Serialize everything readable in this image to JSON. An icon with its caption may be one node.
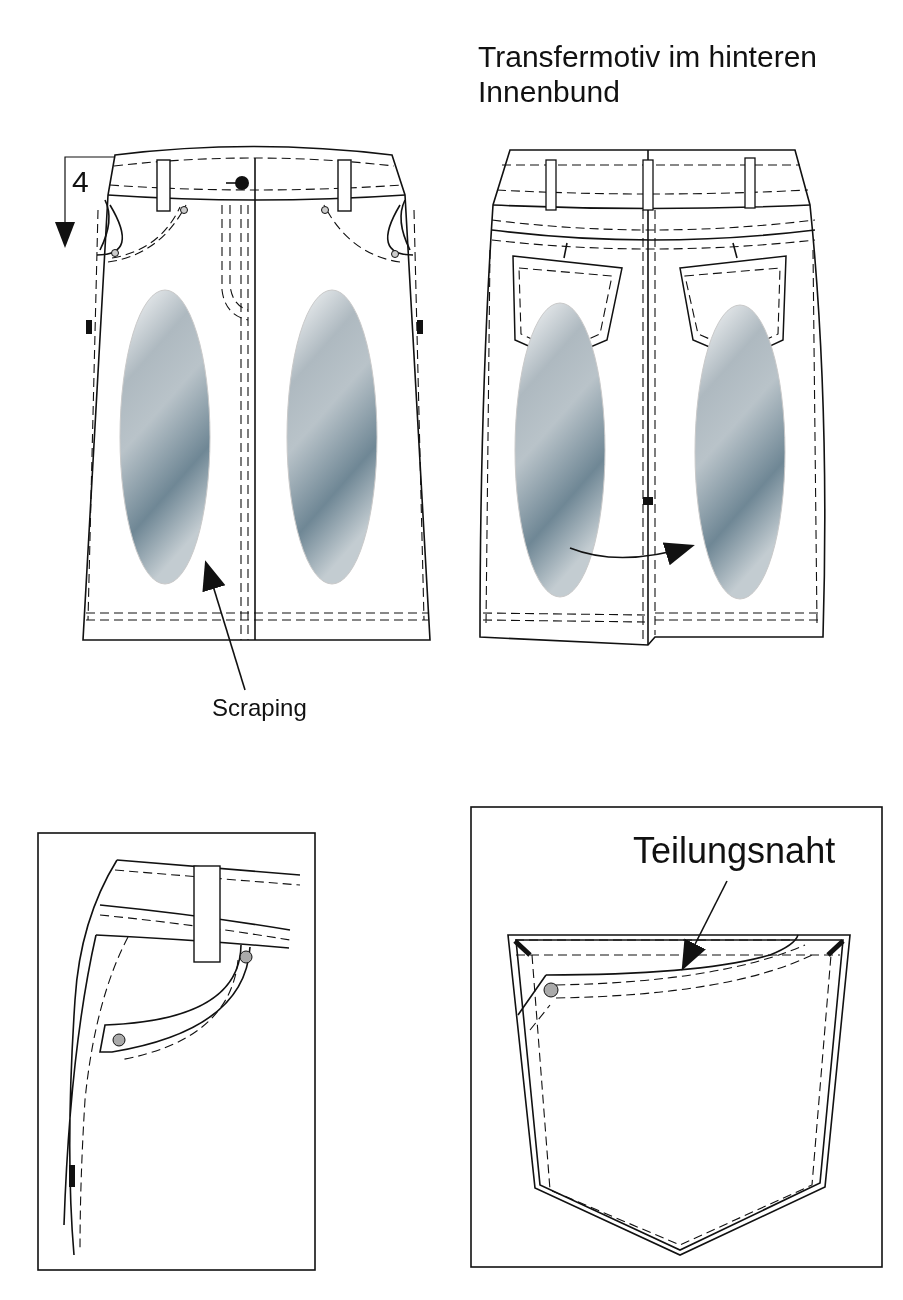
{
  "diagram": {
    "nodes": [
      {
        "text": [
          "Scraping"
        ]
      },
      {
        "text": [],
        "shape": "picture"
      },
      {
        "text": [
          "Teilungsnaht"
        ]
      }
    ],
    "edges": [
      {
        "from": 0,
        "to": 1,
        "arrow": "to"
      },
      {
        "from": 2,
        "to": null,
        "arrow": "to"
      }
    ],
    "labels": [
      "Transfermotiv im hinteren Innenbund",
      "4"
    ]
  }
}
